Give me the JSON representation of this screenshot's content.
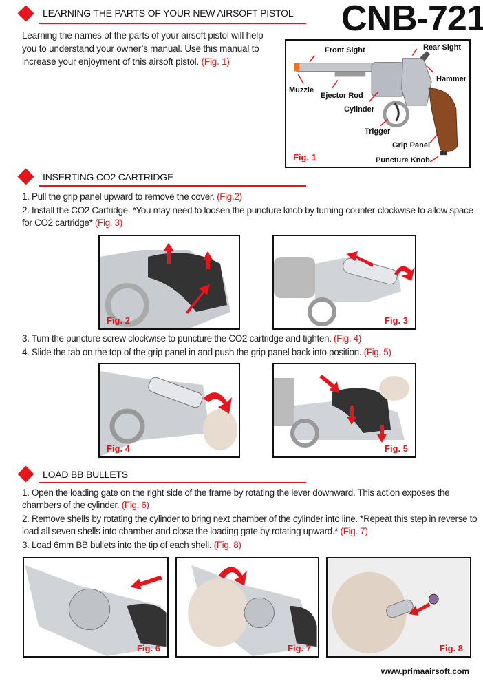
{
  "model": "CNB-721",
  "sections": [
    {
      "title": "LEARNING THE PARTS OF YOUR NEW AIRSOFT PISTOL",
      "body": "Learning the names of the parts of your airsoft pistol will help you to understand your owner’s manual. Use this manual to increase your enjoyment of this airsoft pistol.",
      "ref": "(Fig. 1)"
    },
    {
      "title": "INSERTING CO2 CARTRIDGE",
      "steps": [
        {
          "text": "1. Pull the grip panel upward to remove the cover.",
          "ref": "(Fig.2)"
        },
        {
          "text": "2. Install the CO2 Cartridge. *You may need to loosen the puncture knob by turning counter-clockwise to allow space for CO2 cartridge*",
          "ref": "(Fig. 3)"
        },
        {
          "text": "3. Turn the puncture screw clockwise to puncture the CO2 cartridge and tighten.",
          "ref": "(Fig. 4)"
        },
        {
          "text": "4. Slide the tab on the top of the grip panel in and push the grip panel back into position.",
          "ref": "(Fig. 5)"
        }
      ]
    },
    {
      "title": "LOAD BB BULLETS",
      "steps": [
        {
          "text": "1. Open the loading gate on the right side of the frame by rotating the lever downward. This action exposes the chambers of the cylinder.",
          "ref": "(Fig. 6)"
        },
        {
          "text": "2. Remove shells by rotating the cylinder to bring next chamber of the cylinder into line. *Repeat this step in reverse to load all seven shells into chamber and close the loading gate by rotating upward.*",
          "ref": "(Fig. 7)"
        },
        {
          "text": "3. Load 6mm BB bullets into the tip of each shell.",
          "ref": "(Fig. 8)"
        }
      ]
    }
  ],
  "fig1": {
    "label": "Fig. 1",
    "parts": [
      "Front Sight",
      "Rear Sight",
      "Hammer",
      "Muzzle",
      "Ejector Rod",
      "Cylinder",
      "Trigger",
      "Grip Panel",
      "Puncture Knob"
    ]
  },
  "figures": [
    "Fig. 2",
    "Fig. 3",
    "Fig. 4",
    "Fig. 5",
    "Fig. 6",
    "Fig. 7",
    "Fig. 8"
  ],
  "footer": "www.primaairsoft.com",
  "colors": {
    "accent": "#e8141c",
    "grip": "#8b4a22",
    "steel": "#b8bcc2"
  }
}
